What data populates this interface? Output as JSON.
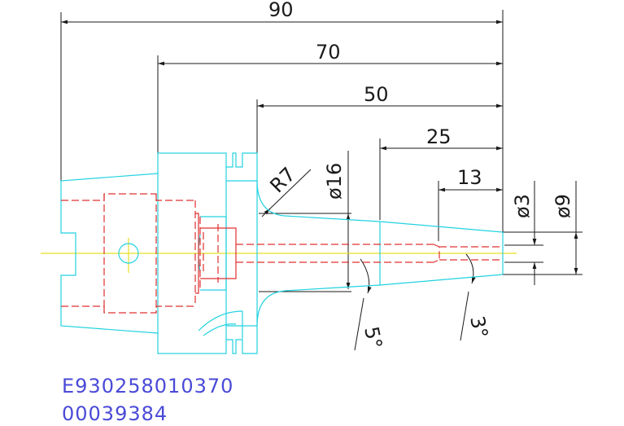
{
  "dimensions": {
    "d90": "90",
    "d70": "70",
    "d50": "50",
    "d25": "25",
    "d13": "13",
    "radius": "R7",
    "dia16": "ø16",
    "dia3": "ø3",
    "dia9": "ø9",
    "angle5": "5°",
    "angle3": "3°"
  },
  "codes": {
    "line1": "E930258010370",
    "line2": "00039384"
  },
  "colors": {
    "outline": "#23d2e0",
    "hidden": "#e03030",
    "centerline": "#e8e020",
    "dimension": "#1a1a1a",
    "code_text": "#4a4ad8"
  }
}
